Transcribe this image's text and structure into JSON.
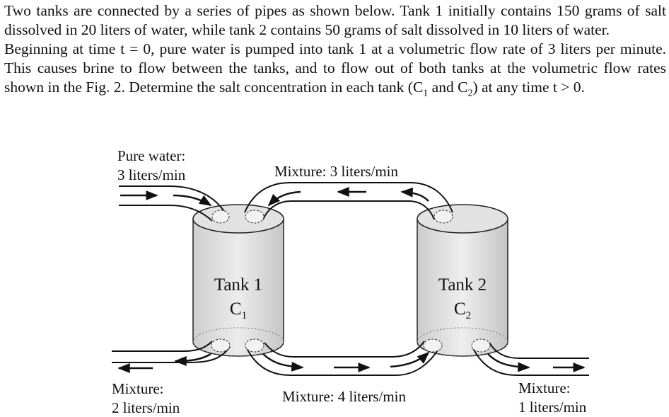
{
  "problem": {
    "paragraph1": "Two tanks are connected by a series of pipes as shown below. Tank 1 initially contains 150 grams of salt dissolved in 20 liters of water, while tank 2 contains 50 grams of salt dissolved in 10 liters of water.",
    "paragraph2_part1": "Beginning at time t = 0, pure water is pumped into tank 1 at a volumetric flow rate of 3 liters per minute. This causes brine to flow between the tanks, and to flow out of both tanks at the volumetric flow rates shown in the Fig. 2. Determine the salt concentration in each tank (C",
    "paragraph2_sub1": "1",
    "paragraph2_part2": " and C",
    "paragraph2_sub2": "2",
    "paragraph2_part3": ") at any time t > 0."
  },
  "figure": {
    "inlet_label_line1": "Pure water:",
    "inlet_label_line2": "3 liters/min",
    "top_pipe_label": "Mixture: 3 liters/min",
    "bottom_pipe_label": "Mixture: 4 liters/min",
    "outlet1_label_line1": "Mixture:",
    "outlet1_label_line2": "2 liters/min",
    "outlet2_label_line1": "Mixture:",
    "outlet2_label_line2": "1 liters/min",
    "tank1": {
      "name": "Tank 1",
      "symbol": "C",
      "subscript": "1"
    },
    "tank2": {
      "name": "Tank 2",
      "symbol": "C",
      "subscript": "2"
    }
  }
}
